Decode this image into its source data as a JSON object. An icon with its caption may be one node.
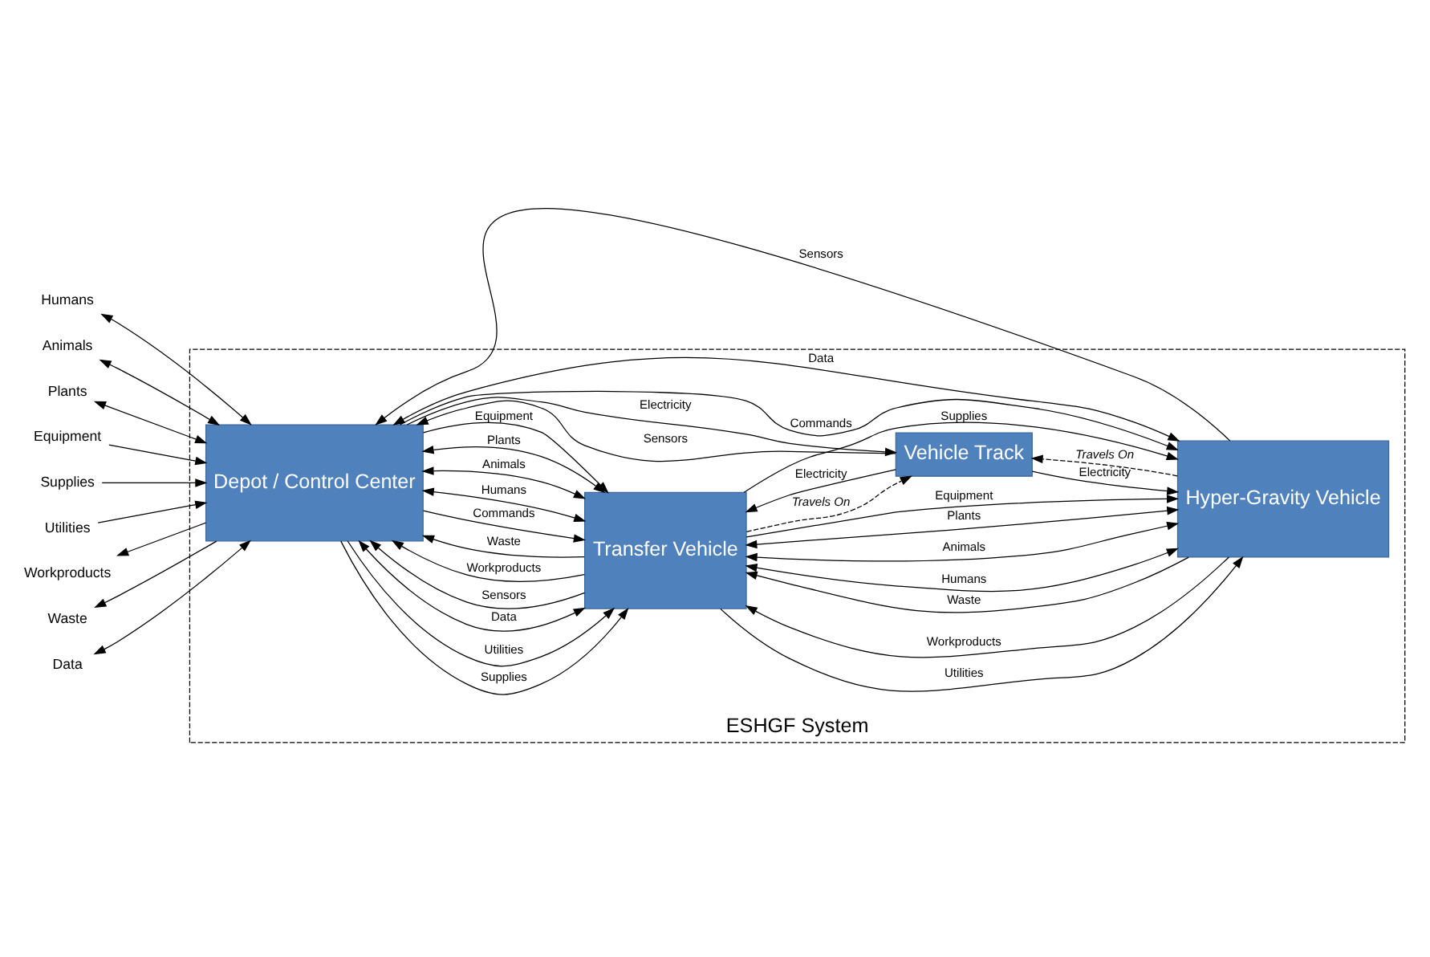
{
  "diagram": {
    "nodes": [
      {
        "text": [
          "ESHGF System"
        ]
      },
      {
        "text": [
          "Depot / Control Center"
        ],
        "in": 0
      },
      {
        "text": [
          "Transfer Vehicle"
        ],
        "in": 0
      },
      {
        "text": [
          "Hyper-Gravity Vehicle"
        ],
        "in": 0
      },
      {
        "text": [
          "Vehicle Track"
        ],
        "in": 0
      },
      {
        "text": [
          "Humans"
        ]
      },
      {
        "text": [
          "Animals"
        ]
      },
      {
        "text": [
          "Plants"
        ]
      },
      {
        "text": [
          "Equipment"
        ]
      },
      {
        "text": [
          "Supplies"
        ]
      },
      {
        "text": [
          "Utilities"
        ]
      },
      {
        "text": [
          "Workproducts"
        ]
      },
      {
        "text": [
          "Waste"
        ]
      },
      {
        "text": [
          "Data"
        ]
      }
    ],
    "edges": [
      {
        "from": 5,
        "to": 1,
        "arrow": "both"
      },
      {
        "from": 6,
        "to": 1,
        "arrow": "both"
      },
      {
        "from": 7,
        "to": 1,
        "arrow": "both"
      },
      {
        "from": 8,
        "to": 1,
        "arrow": "to"
      },
      {
        "from": 9,
        "to": 1,
        "arrow": "to"
      },
      {
        "from": 10,
        "to": 1,
        "arrow": "to"
      },
      {
        "from": 1,
        "to": 11,
        "arrow": "to"
      },
      {
        "from": 1,
        "to": 12,
        "arrow": "to"
      },
      {
        "from": 13,
        "to": 1,
        "arrow": "both"
      },
      {
        "from": 1,
        "to": 3,
        "label": "Commands",
        "arrow": "to"
      },
      {
        "from": 3,
        "to": 1,
        "label": "Sensors",
        "arrow": "to"
      },
      {
        "from": 1,
        "to": 2,
        "label": "Commands",
        "arrow": "to"
      },
      {
        "from": 2,
        "to": 1,
        "label": "Sensors",
        "arrow": "to"
      },
      {
        "from": 1,
        "to": 2,
        "label": "Humans",
        "arrow": "both"
      },
      {
        "from": 1,
        "to": 2,
        "label": "Animals",
        "arrow": "both"
      },
      {
        "from": 1,
        "to": 2,
        "label": "Plants",
        "arrow": "both"
      },
      {
        "from": 1,
        "to": 2,
        "label": "Equipment",
        "arrow": "to"
      },
      {
        "from": 1,
        "to": 2,
        "label": "Supplies",
        "arrow": "to"
      },
      {
        "from": 1,
        "to": 2,
        "label": "Utilities",
        "arrow": "to"
      },
      {
        "from": 2,
        "to": 1,
        "label": "Workproducts",
        "arrow": "to"
      },
      {
        "from": 2,
        "to": 1,
        "label": "Waste",
        "arrow": "to"
      },
      {
        "from": 1,
        "to": 2,
        "label": "Data",
        "arrow": "both"
      },
      {
        "from": 1,
        "to": 3,
        "label": "Data",
        "arrow": "both"
      },
      {
        "from": 2,
        "to": 3,
        "label": "Humans",
        "arrow": "both"
      },
      {
        "from": 2,
        "to": 3,
        "label": "Animals",
        "arrow": "both"
      },
      {
        "from": 2,
        "to": 3,
        "label": "Plants",
        "arrow": "both"
      },
      {
        "from": 2,
        "to": 3,
        "label": "Equipment",
        "arrow": "to"
      },
      {
        "from": 2,
        "to": 3,
        "label": "Supplies",
        "arrow": "to"
      },
      {
        "from": 2,
        "to": 3,
        "label": "Utilities",
        "arrow": "to"
      },
      {
        "from": 3,
        "to": 2,
        "label": "Workproducts",
        "arrow": "to"
      },
      {
        "from": 3,
        "to": 2,
        "label": "Waste",
        "arrow": "to"
      },
      {
        "from": 4,
        "to": 1,
        "label": "Sensors",
        "arrow": "to"
      },
      {
        "from": 1,
        "to": 4,
        "label": "Electricity",
        "arrow": "to"
      },
      {
        "from": 4,
        "to": 2,
        "label": "Electricity",
        "arrow": "to"
      },
      {
        "from": 2,
        "to": 4,
        "label": "Travels On",
        "arrow": "to",
        "style": "dashed"
      },
      {
        "from": 4,
        "to": 3,
        "label": "Electricity",
        "arrow": "to"
      },
      {
        "from": 3,
        "to": 4,
        "label": "Travels On",
        "arrow": "to",
        "style": "dashed"
      }
    ]
  }
}
